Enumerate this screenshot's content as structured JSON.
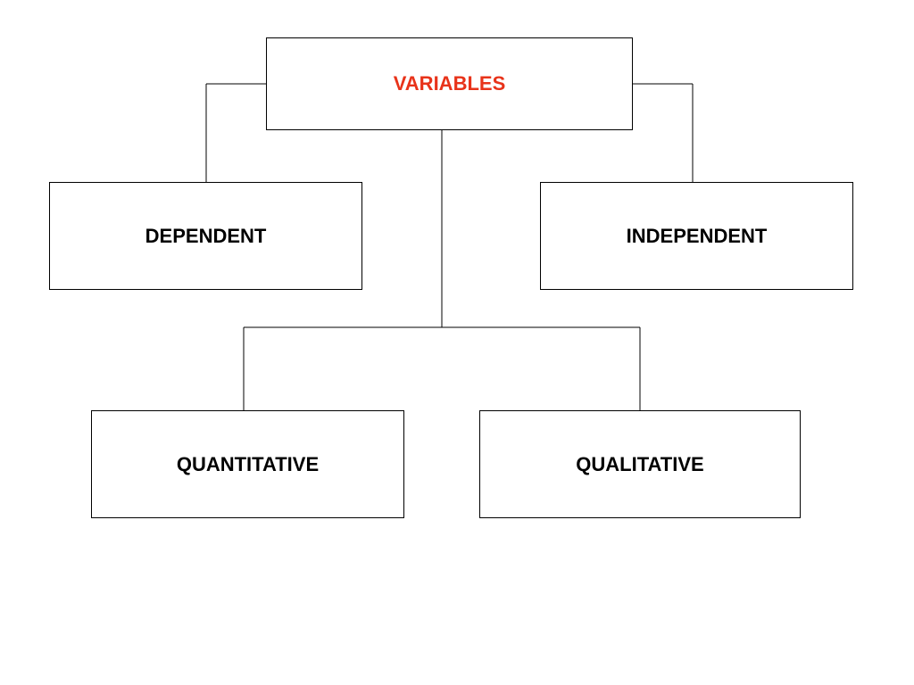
{
  "diagram": {
    "root": {
      "label": "VARIABLES",
      "color": "#e8331a"
    },
    "nodes": {
      "dependent": {
        "label": "DEPENDENT"
      },
      "independent": {
        "label": "INDEPENDENT"
      },
      "quantitative": {
        "label": "QUANTITATIVE"
      },
      "qualitative": {
        "label": "QUALITATIVE"
      }
    },
    "text_color": "#000000",
    "line_color": "#000000"
  }
}
